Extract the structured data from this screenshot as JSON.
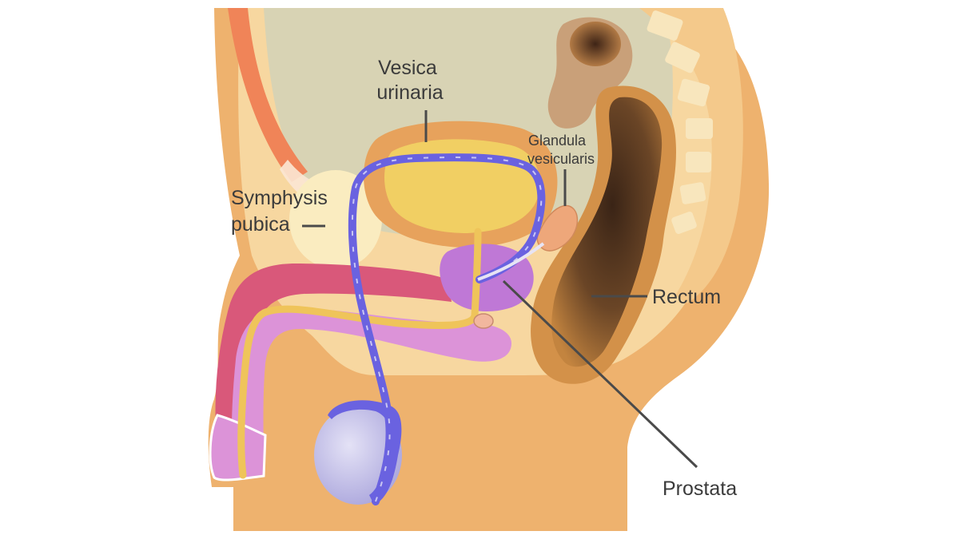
{
  "labels": {
    "vesica_line1": "Vesica",
    "vesica_line2": "urinaria",
    "glandula_line1": "Glandula",
    "glandula_line2": "vesicularis",
    "symphysis_line1": "Symphysis",
    "symphysis_line2": "pubica",
    "rectum": "Rectum",
    "prostata": "Prostata"
  },
  "colors": {
    "body_tissue": "#eeb26e",
    "inner_tissue": "#f7d7a0",
    "abdominal_cavity": "#d8d3b4",
    "bladder": "#f1cf63",
    "bladder_wall": "#e7a25c",
    "prostate": "#bf78d6",
    "vas_deferens": "#6a62e0",
    "testis": "#c2bfe6",
    "urethra": "#efc45a",
    "corpus_spongiosum": "#dc93d8",
    "corpus_cavernosum": "#d9587a",
    "rectum_lumen": "#4a3020",
    "vertebrae": "#f8e6bd",
    "abdominal_muscle": "#f08458"
  }
}
